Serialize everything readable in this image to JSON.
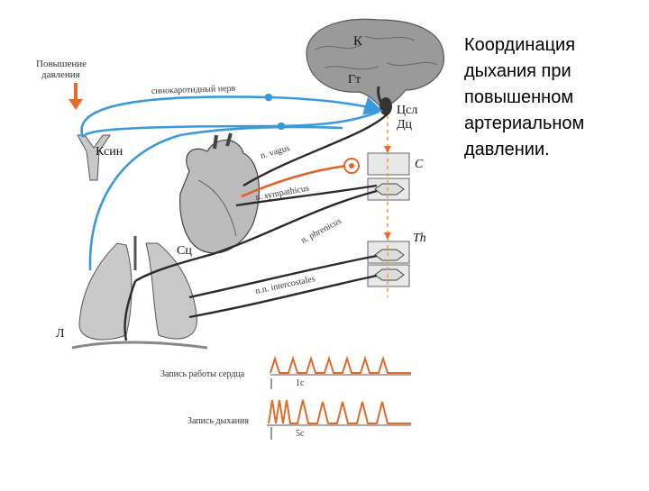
{
  "slide": {
    "title_lines": [
      "Координация",
      "дыхания при",
      "повышенном",
      "артериальном",
      "давлении."
    ]
  },
  "diagram": {
    "pressure_label_1": "Повышение",
    "pressure_label_2": "давления",
    "sinocarotid": "синокаротидный нерв",
    "k_cortex": "К",
    "gt": "Гт",
    "tsdl": "Цсл",
    "dts": "Дц",
    "ksin": "Ксин",
    "vagus": "n. vagus",
    "sympathicus": "n. sympathicus",
    "phrenicus": "n. phrenicus",
    "intercostales": "n.n. intercostales",
    "c_label": "C",
    "th_label": "Th",
    "sc": "Сц",
    "l": "Л",
    "heart_record": "Запись работы сердца",
    "breath_record": "Запись дыхания",
    "scale_1": "1с",
    "scale_2": "5с"
  },
  "colors": {
    "blue_path": "#3a9ad9",
    "orange_path": "#e0642a",
    "arrow_orange": "#e86a2a",
    "trace": "#e06a2a",
    "dark": "#2a2a2a"
  }
}
